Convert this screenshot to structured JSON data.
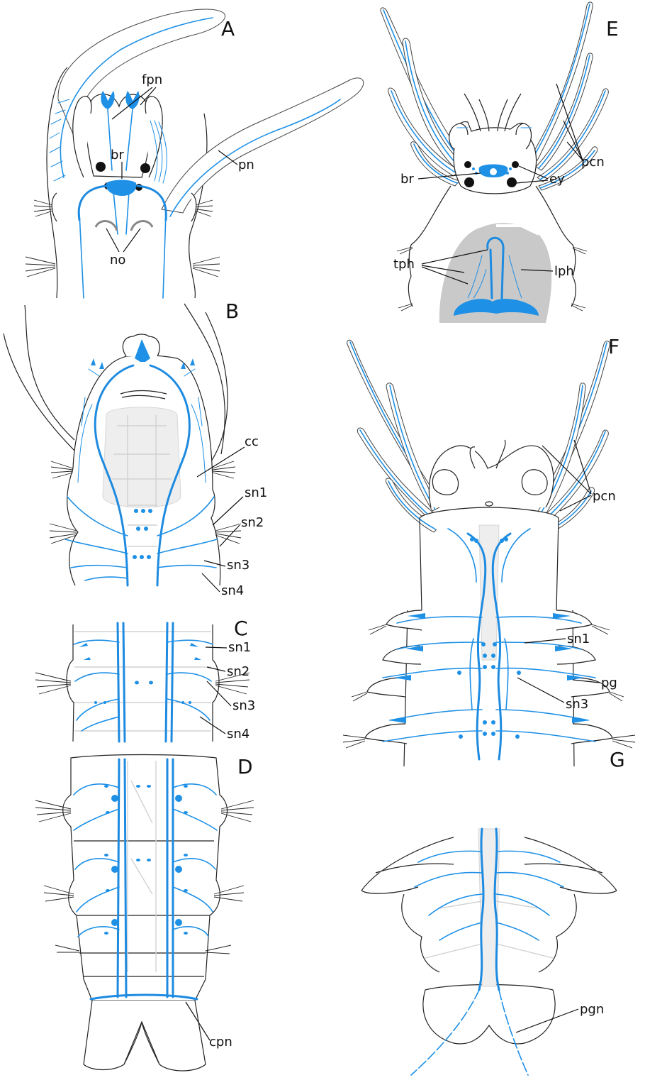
{
  "colors": {
    "nerve": "#1e90e6",
    "outline": "#222222",
    "ghost": "#d2d2d2",
    "pharynx": "#c9c9c9"
  },
  "panels": {
    "A": {
      "letter": "A",
      "labels": {
        "fpn": "fpn",
        "br": "br",
        "pn": "pn",
        "no": "no"
      }
    },
    "B": {
      "letter": "B",
      "labels": {
        "cc": "cc",
        "sn1": "sn1",
        "sn2": "sn2",
        "sn3": "sn3",
        "sn4": "sn4"
      }
    },
    "C": {
      "letter": "C",
      "labels": {
        "sn1": "sn1",
        "sn2": "sn2",
        "sn3": "sn3",
        "sn4": "sn4"
      }
    },
    "D": {
      "letter": "D",
      "labels": {
        "cpn": "cpn"
      }
    },
    "E": {
      "letter": "E",
      "labels": {
        "pcn": "pcn",
        "br": "br",
        "ey": "ey",
        "tph": "tph",
        "lph": "lph"
      }
    },
    "F": {
      "letter": "F",
      "labels": {
        "pcn": "pcn",
        "sn1": "sn1",
        "pg": "pg",
        "sn3": "sn3"
      }
    },
    "G": {
      "letter": "G",
      "labels": {
        "pgn": "pgn"
      }
    }
  }
}
